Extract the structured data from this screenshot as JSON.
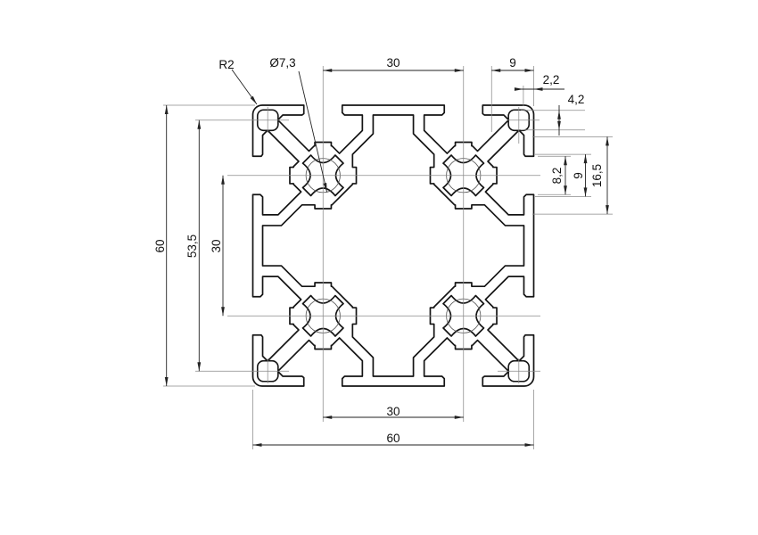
{
  "drawing": {
    "labels": {
      "corner_radius": "R2",
      "core_hole_dia": "Ø7,3",
      "slot_pitch_top": "30",
      "corner_width": "9",
      "corner_wall": "2,2",
      "corner_hole_size": "4,2",
      "slot_opening": "8,2",
      "slot_root_width": "9",
      "slot_inner_width": "16,5",
      "profile_height": "60",
      "corner_hole_pitch": "53,5",
      "slot_pitch_left": "30",
      "slot_pitch_bottom": "30",
      "profile_width": "60"
    },
    "colors": {
      "line": "#141414",
      "dim": "#222222",
      "guide": "#8a8a8a",
      "background": "#ffffff"
    }
  }
}
